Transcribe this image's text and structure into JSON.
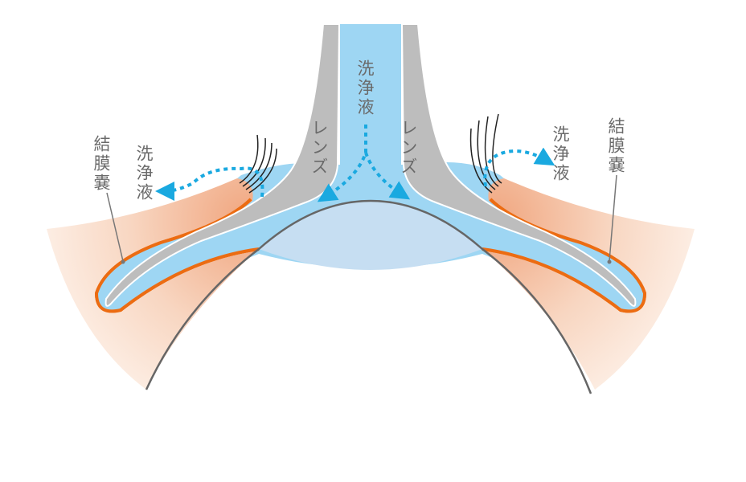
{
  "labels": {
    "center_fluid": "洗浄液",
    "lens_left": "レンズ",
    "lens_right": "レンズ",
    "sac_left": "結膜嚢",
    "sac_right": "結膜嚢",
    "fluid_left": "洗浄液",
    "fluid_right": "洗浄液"
  },
  "colors": {
    "lens": "#bdbdbd",
    "fluid": "#9ed6f3",
    "cornea_fill": "#c6def2",
    "eyelid": "#f2b797",
    "conjunctiva_line": "#ec6c12",
    "arrow": "#1aa9e0"
  }
}
